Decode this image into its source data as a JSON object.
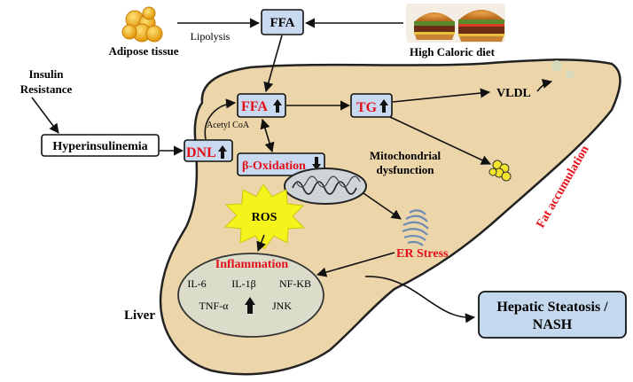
{
  "colors": {
    "liver_fill": "#ecd6a9",
    "liver_stroke": "#222222",
    "box_fill": "#c9daf0",
    "hepatic_box_fill": "#c5d9ee",
    "red_text": "#e3101a",
    "ros_star": "#f4f41c",
    "inflammation_fill": "#dcdccb",
    "adipose": "#f2b21a",
    "fat_droplet": "#f4e52c",
    "vldl_particle": "#d5dbc0"
  },
  "nodes": {
    "ffa_top": "FFA",
    "adipose": "Adipose tissue",
    "lipolysis": "Lipolysis",
    "diet": "High Caloric diet",
    "insulin_line1": "Insulin",
    "insulin_line2": "Resistance",
    "hyperinsulinemia": "Hyperinsulinemia",
    "dnl": "DNL",
    "ffa_liver": "FFA",
    "acetyl": "Acetyl CoA",
    "tg": "TG",
    "vldl": "VLDL",
    "beta_ox": "β-Oxidation",
    "mito_line1": "Mitochondrial",
    "mito_line2": "dysfunction",
    "fat_acc": "Fat accumulation",
    "ros": "ROS",
    "er_stress": "ER Stress",
    "inflammation": "Inflammation",
    "il6": "IL-6",
    "il1b": "IL-1β",
    "nfkb": "NF-KB",
    "tnfa": "TNF-α",
    "jnk": "JNK",
    "liver": "Liver",
    "hepatic_line1": "Hepatic Steatosis /",
    "hepatic_line2": "NASH"
  },
  "icons": [
    "up-arrow-icon",
    "down-arrow-icon",
    "adipose-cells-icon",
    "burger-icon",
    "mitochondrion-icon",
    "er-icon",
    "fat-droplets-icon",
    "vldl-particles-icon"
  ]
}
